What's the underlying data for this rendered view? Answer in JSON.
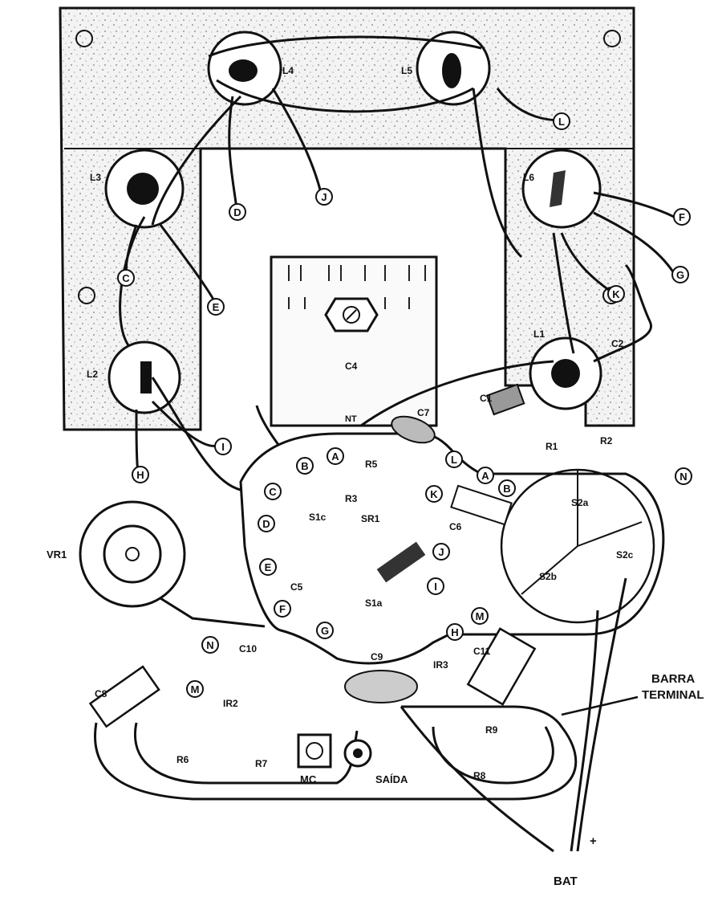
{
  "diagram": {
    "chassis_labels": {
      "l4": "L4",
      "l5": "L5",
      "l3": "L3",
      "l6": "L6",
      "l2": "L2",
      "l1": "L1",
      "c4": "C4",
      "c7": "C7",
      "c1": "C1",
      "c2": "C2",
      "r1": "R1",
      "r2": "R2",
      "nt": "NT"
    },
    "board_labels": {
      "s1c": "S1c",
      "s1a": "S1a",
      "s2a": "S2a",
      "s2b": "S2b",
      "s2c": "S2c",
      "c5": "C5",
      "c6": "C6",
      "c8": "C8",
      "c9": "C9",
      "c10": "C10",
      "c11": "C11",
      "r3": "R3",
      "r5": "R5",
      "r6": "R6",
      "r7": "R7",
      "r8": "R8",
      "r9": "R9",
      "sr1": "SR1",
      "ir2": "IR2",
      "ir3": "IR3",
      "vr1": "VR1",
      "mc": "MC",
      "saida": "SAÍDA"
    },
    "terminal_letters": [
      "A",
      "B",
      "C",
      "D",
      "E",
      "F",
      "G",
      "H",
      "I",
      "J",
      "K",
      "L",
      "M",
      "N"
    ],
    "callouts": {
      "barra": "BARRA",
      "terminal": "TERMINAL",
      "bat": "BAT",
      "plus": "+"
    }
  }
}
